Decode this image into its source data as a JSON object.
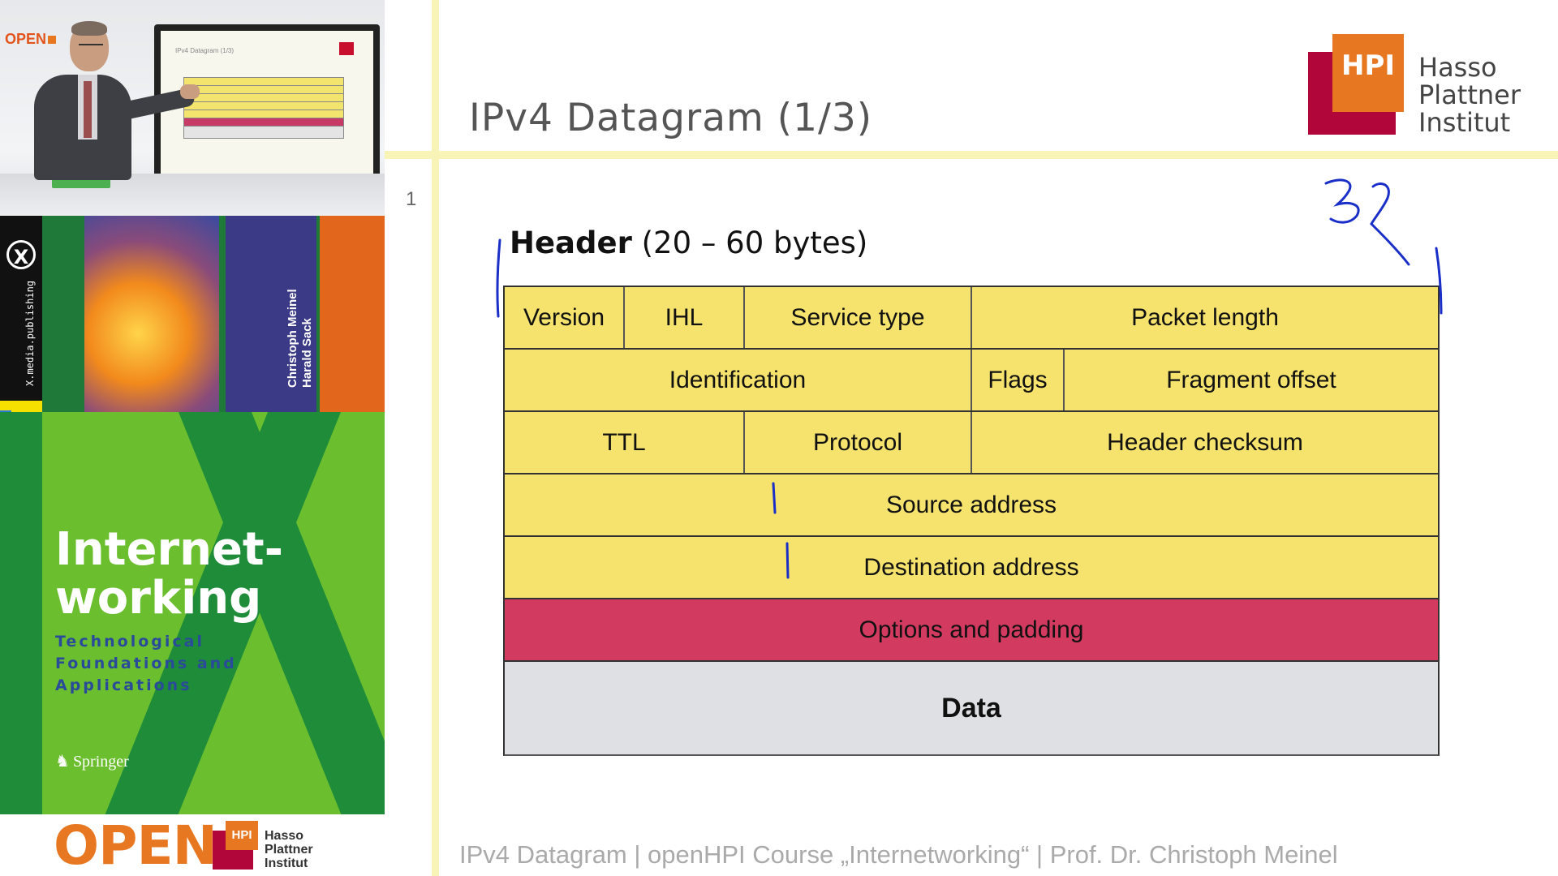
{
  "video": {
    "open_tag": "OPEN",
    "screen_mini_title": "IPv4 Datagram (1/3)"
  },
  "book": {
    "series": "X.media.publishing",
    "authors_line1": "Christoph Meinel",
    "authors_line2": "Harald Sack",
    "title_line1": "Internet-",
    "title_line2": "working",
    "subtitle_line1": "Technological",
    "subtitle_line2": "Foundations and",
    "subtitle_line3": "Applications",
    "publisher": "Springer"
  },
  "openhpi_logo": {
    "open": "OPEN",
    "hpi": "HPI",
    "line1": "Hasso",
    "line2": "Plattner",
    "line3": "Institut"
  },
  "slide": {
    "title": "IPv4 Datagram (1/3)",
    "number": "1",
    "hpi_logo": {
      "mark": "HPI",
      "line1": "Hasso",
      "line2": "Plattner",
      "line3": "Institut"
    },
    "header_bold": "Header",
    "header_rest": " (20 – 60 bytes)",
    "rows": {
      "r1": {
        "version": "Version",
        "ihl": "IHL",
        "service": "Service type",
        "length": "Packet length"
      },
      "r2": {
        "id": "Identification",
        "flags": "Flags",
        "offset": "Fragment offset"
      },
      "r3": {
        "ttl": "TTL",
        "protocol": "Protocol",
        "checksum": "Header checksum"
      },
      "r4": {
        "source": "Source address"
      },
      "r5": {
        "dest": "Destination address"
      },
      "r6": {
        "options": "Options and padding"
      },
      "r7": {
        "data": "Data"
      }
    },
    "footer": "IPv4 Datagram  |  openHPI Course „Internetworking“  |  Prof. Dr. Christoph Meinel",
    "annotation": "32"
  },
  "colors": {
    "header_fill": "#f5e36e",
    "options_fill": "#d33a60",
    "data_fill": "#dfe0e4",
    "ink": "#1a2ec8",
    "hpi_red": "#b1063a",
    "hpi_orange": "#e87722"
  }
}
